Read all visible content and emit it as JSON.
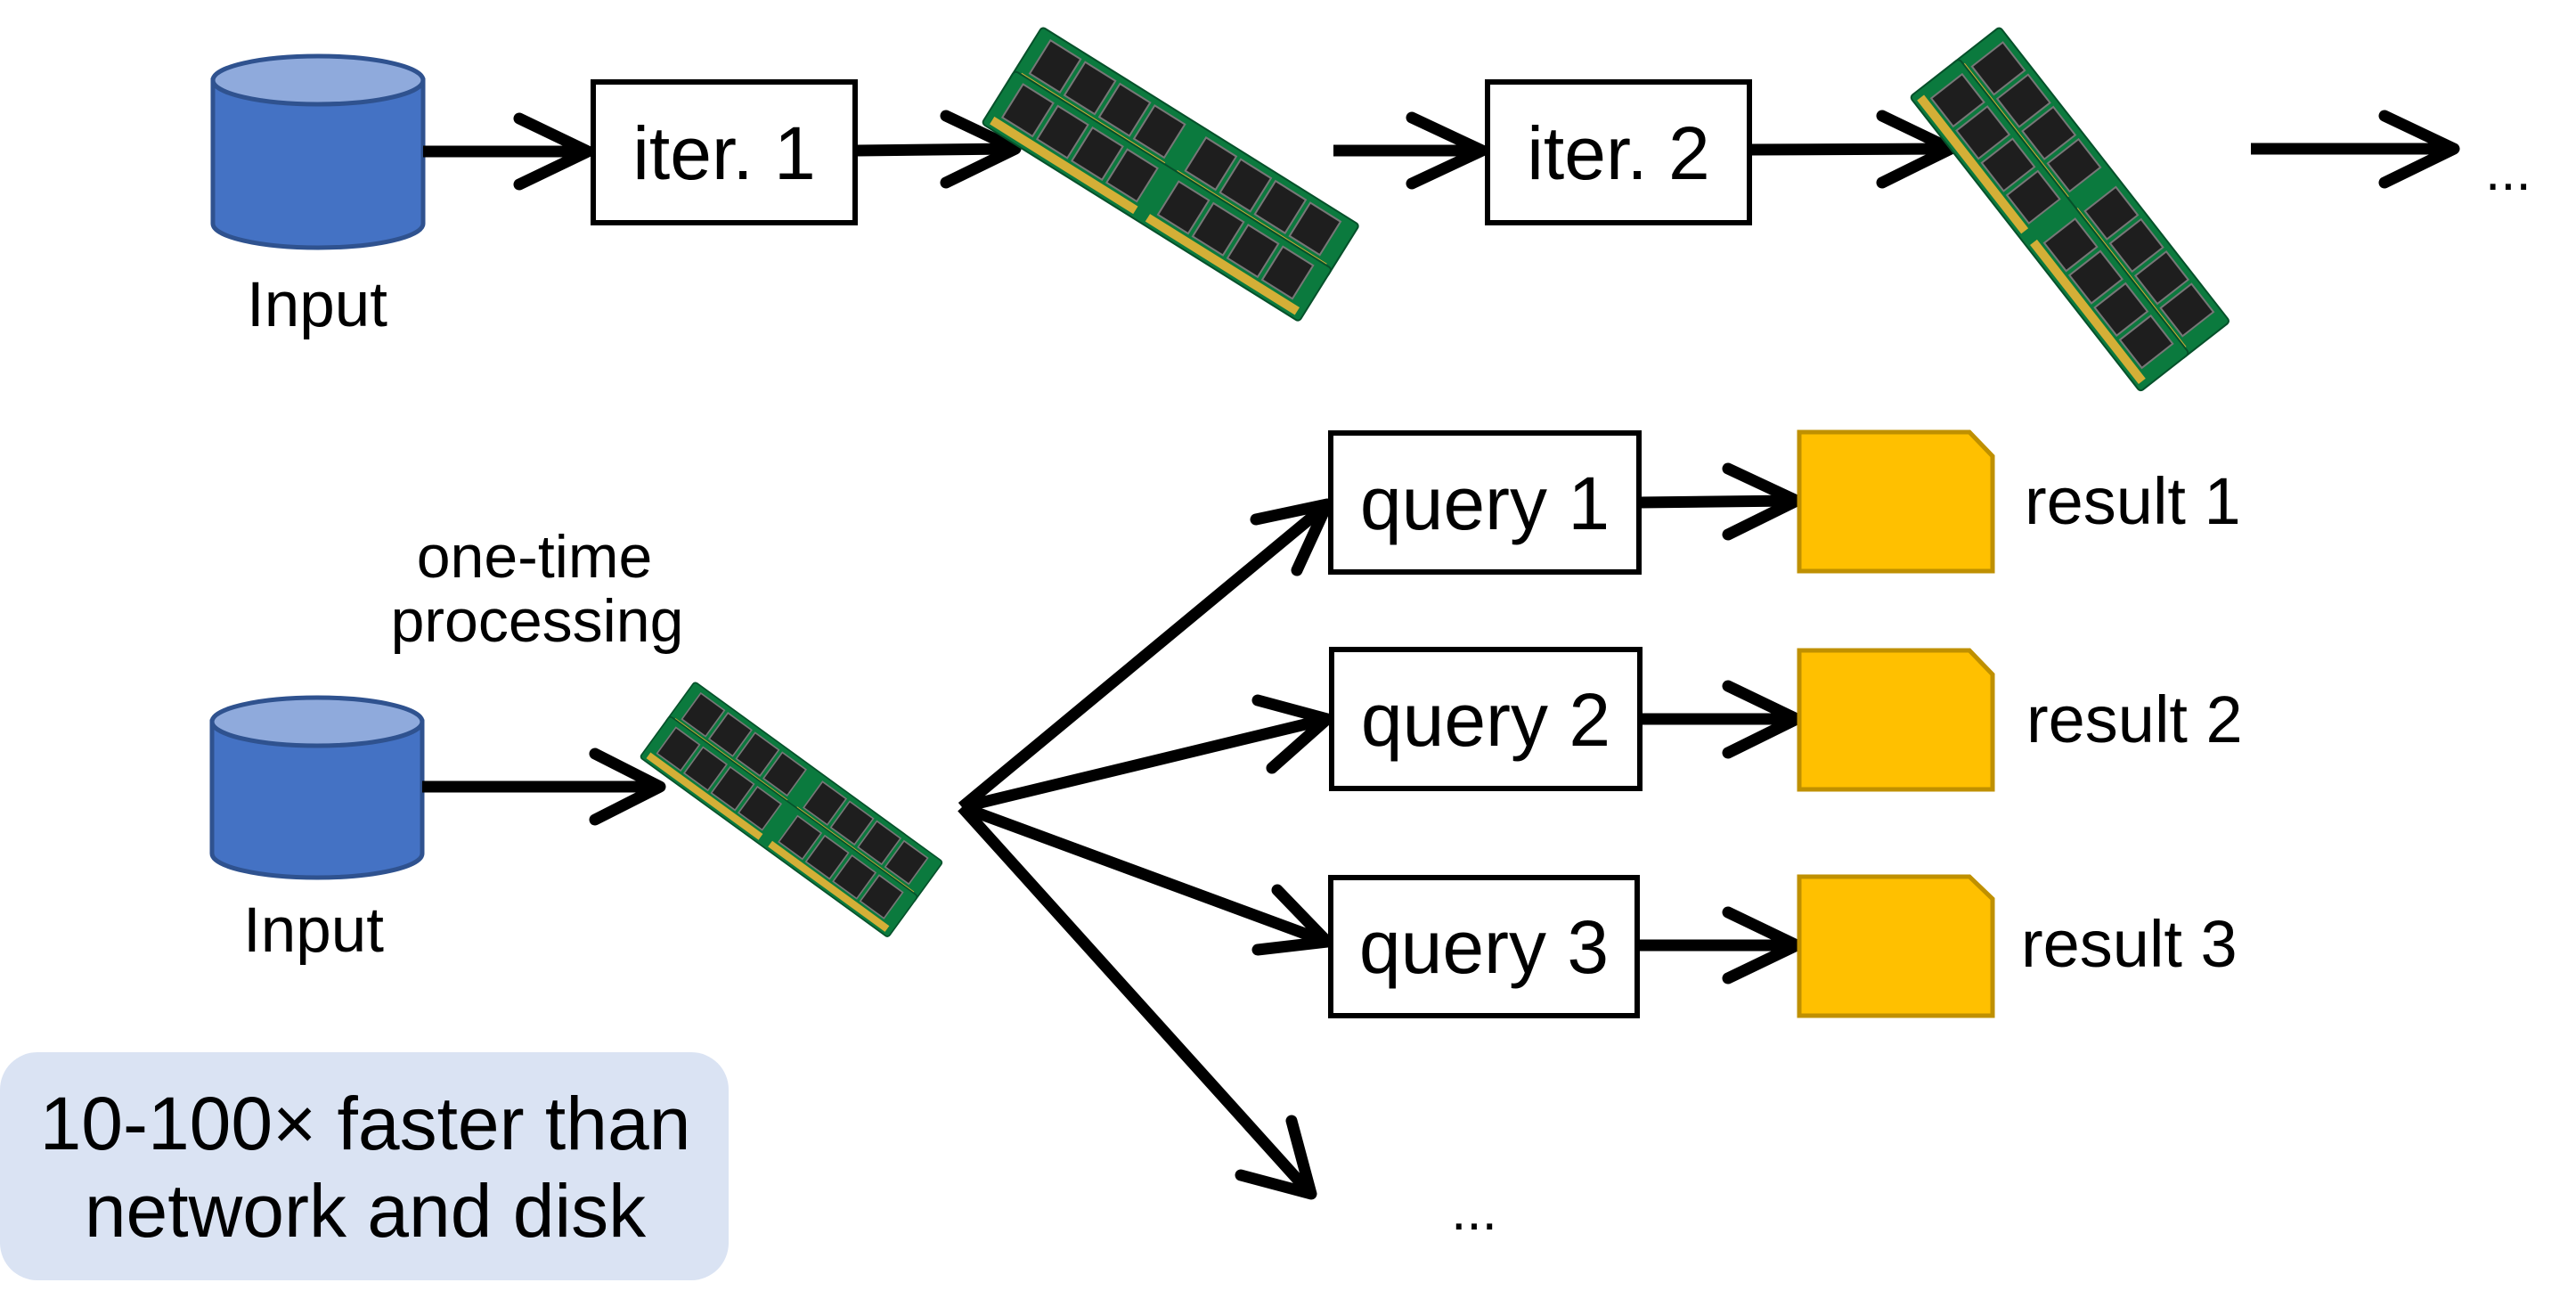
{
  "diagram": {
    "colors": {
      "cylinder_body": "#4472C4",
      "cylinder_top": "#8FAADC",
      "cylinder_border": "#2F528F",
      "result_fill": "#FFC000",
      "result_border": "#BF9000",
      "callout_fill": "#DAE3F3",
      "ram_board": "#0B7A3E",
      "ram_chip": "#1E1E1E",
      "ram_pins": "#D4AF37"
    },
    "top_row": {
      "input_label": "Input",
      "steps": [
        "iter. 1",
        "iter. 2"
      ],
      "continuation": "..."
    },
    "bottom_row": {
      "input_label": "Input",
      "processing_note_line1": "one-time",
      "processing_note_line2": "processing",
      "queries": [
        "query 1",
        "query 2",
        "query 3"
      ],
      "results": [
        "result 1",
        "result 2",
        "result 3"
      ],
      "continuation": "..."
    },
    "callout": {
      "line1": "10-100× faster than",
      "line2": "network and disk"
    }
  }
}
